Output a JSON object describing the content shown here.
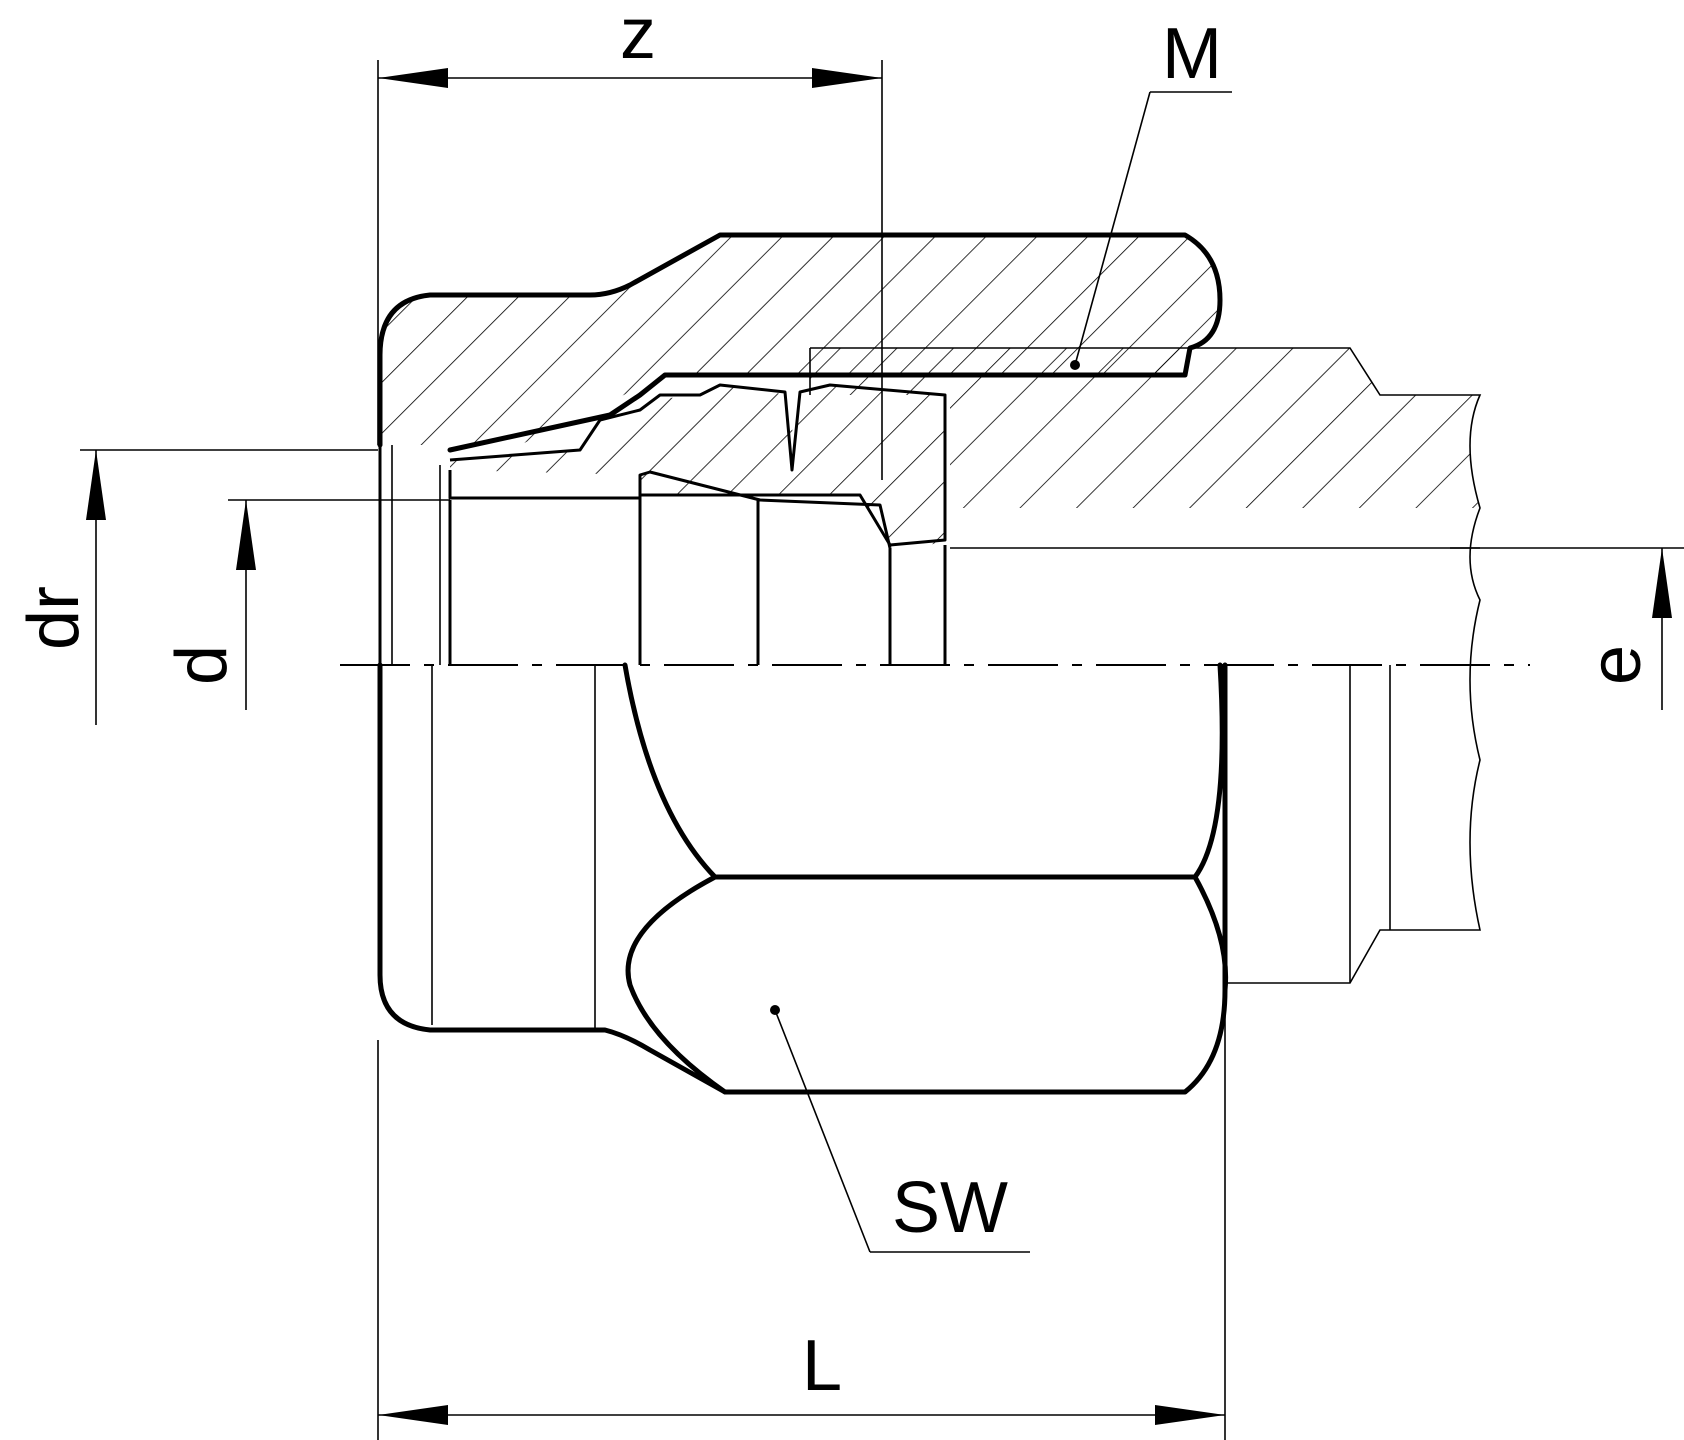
{
  "labels": {
    "z": "z",
    "M": "M",
    "dr": "dr",
    "d": "d",
    "e": "e",
    "SW": "SW",
    "L": "L"
  }
}
